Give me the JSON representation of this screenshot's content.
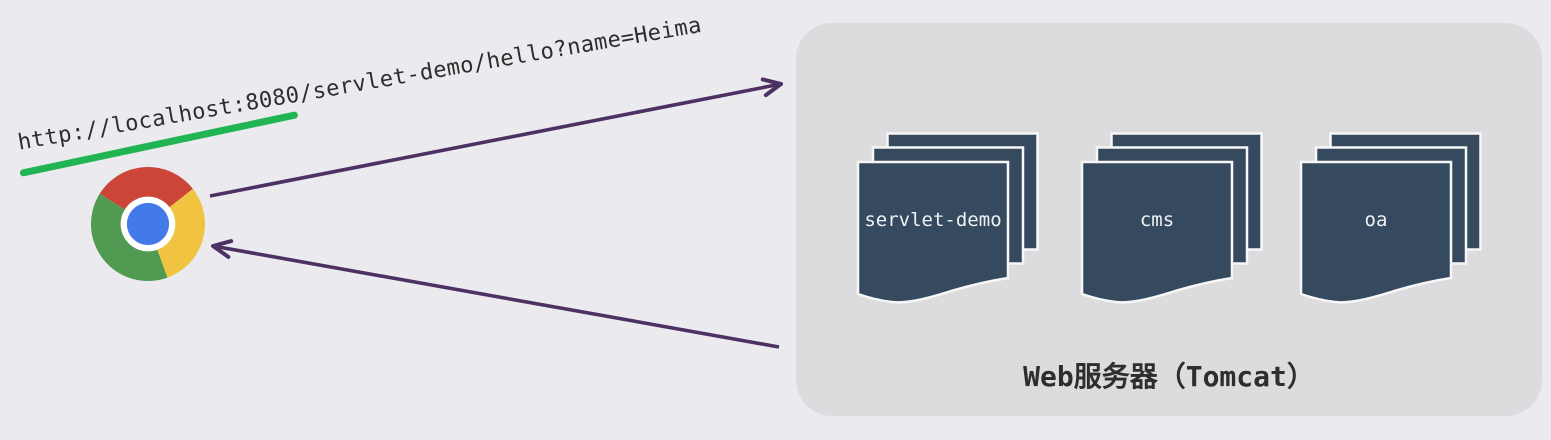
{
  "diagram": {
    "title": "browser-to-tomcat-request-diagram",
    "request_url": "http://localhost:8080/servlet-demo/hello?name=Heima",
    "browser": {
      "icon": "chrome-icon"
    },
    "arrows": [
      {
        "id": "request-arrow",
        "direction": "browser-to-server"
      },
      {
        "id": "response-arrow",
        "direction": "server-to-browser"
      }
    ],
    "server": {
      "label": "Web服务器（Tomcat）",
      "apps": [
        {
          "name": "servlet-demo"
        },
        {
          "name": "cms"
        },
        {
          "name": "oa"
        }
      ]
    },
    "colors": {
      "background": "#ebebef",
      "panel": "#dcdcdf",
      "document": "#364a5f",
      "arrow": "#4d3162",
      "underline_green": "#21b452",
      "chrome_red": "#cb4539",
      "chrome_green": "#509b51",
      "chrome_yellow": "#f0c440",
      "chrome_blue": "#427be9"
    }
  }
}
